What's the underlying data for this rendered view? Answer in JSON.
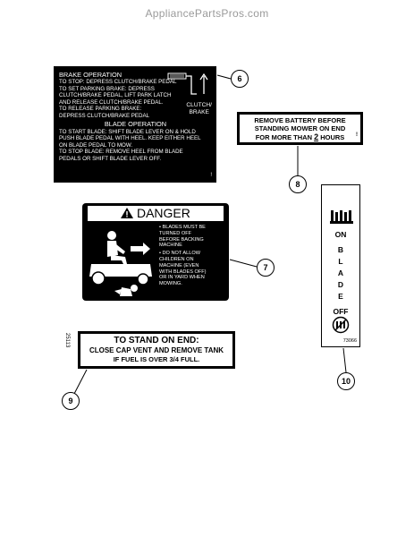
{
  "watermark": "AppliancePartsPros.com",
  "brake_decal": {
    "lines": [
      "BRAKE OPERATION",
      "TO STOP: DEPRESS CLUTCH/BRAKE PEDAL",
      "TO SET PARKING BRAKE: DEPRESS",
      "CLUTCH/BRAKE PEDAL, LIFT PARK LATCH",
      "AND RELEASE CLUTCH/BRAKE PEDAL.",
      "TO RELEASE PARKING BRAKE:",
      "DEPRESS CLUTCH/BRAKE PEDAL"
    ],
    "clutch_label_1": "CLUTCH/",
    "clutch_label_2": "BRAKE",
    "blade_heading": "BLADE OPERATION",
    "blade_lines": [
      "TO START BLADE: SHIFT BLADE LEVER ON & HOLD",
      "PUSH BLADE PEDAL WITH HEEL. KEEP EITHER HEEL",
      "ON BLADE PEDAL TO MOW.",
      "TO STOP BLADE: REMOVE HEEL FROM BLADE",
      "PEDALS OR SHIFT BLADE LEVER OFF."
    ]
  },
  "battery_decal": {
    "line1": "REMOVE BATTERY BEFORE",
    "line2": "STANDING MOWER ON END",
    "line3_pre": "FOR MORE THAN ",
    "line3_num": "2",
    "line3_post": " HOURS"
  },
  "danger_decal": {
    "heading": "DANGER",
    "lines": [
      "• BLADES MUST BE",
      "TURNED OFF",
      "BEFORE BACKING",
      "MACHINE",
      "• DO NOT ALLOW",
      "CHILDREN ON",
      "MACHINE (EVEN",
      "WITH BLADES OFF)",
      "OR IN YARD WHEN",
      "MOWING."
    ]
  },
  "stand_decal": {
    "line1": "TO STAND ON END:",
    "line2": "CLOSE CAP VENT AND REMOVE TANK",
    "line3": "IF FUEL IS OVER 3/4 FULL.",
    "side_number": "25113"
  },
  "blade_decal": {
    "on": "ON",
    "letters": [
      "B",
      "L",
      "A",
      "D",
      "E"
    ],
    "off": "OFF",
    "code": "73066"
  },
  "callouts": [
    "6",
    "7",
    "8",
    "9",
    "10"
  ]
}
